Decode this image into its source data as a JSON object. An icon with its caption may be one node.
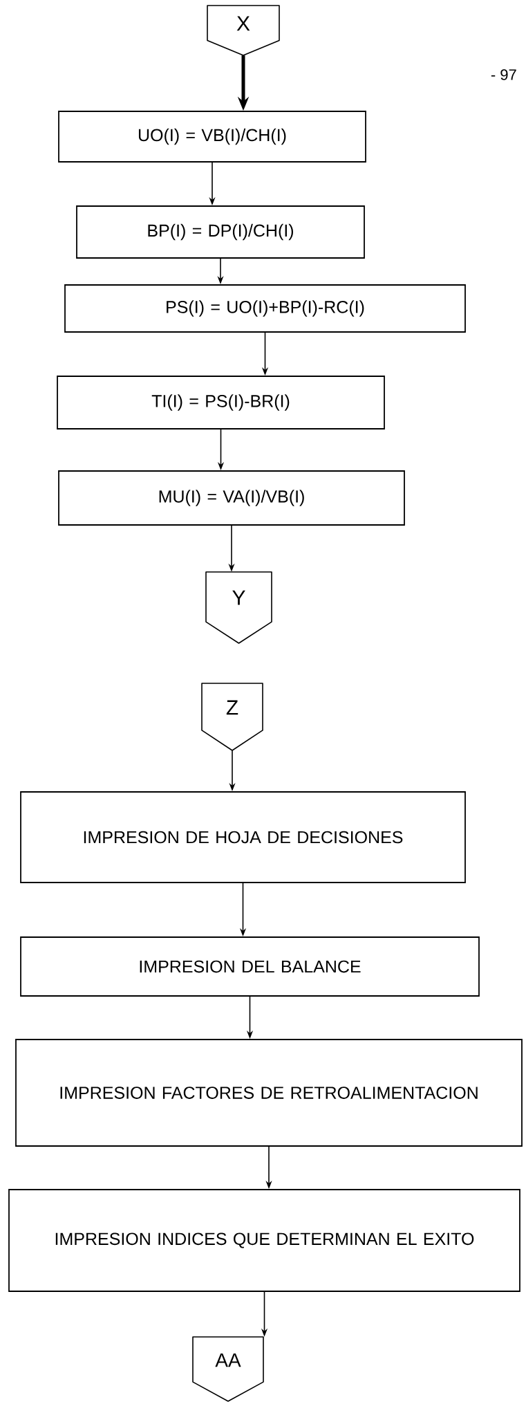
{
  "diagram": {
    "nodes": [
      {
        "text": [
          "X"
        ]
      },
      {
        "text": [
          "UO(I) = VB(I)/CH(I)"
        ]
      },
      {
        "text": [
          "BP(I) = DP(I)/CH(I)"
        ]
      },
      {
        "text": [
          "PS(I) = UO(I)+BP(I)-RC(I)"
        ]
      },
      {
        "text": [
          "TI(I) = PS(I)-BR(I)"
        ]
      },
      {
        "text": [
          "MU(I) = VA(I)/VB(I)"
        ]
      },
      {
        "text": [
          "Y"
        ]
      },
      {
        "text": [
          "Z"
        ]
      },
      {
        "text": [
          "IMPRESION DE HOJA DE DECISIONES"
        ]
      },
      {
        "text": [
          "IMPRESION DEL BALANCE"
        ]
      },
      {
        "text": [
          "IMPRESION FACTORES DE RETROALIMENTACION"
        ]
      },
      {
        "text": [
          "IMPRESION INDICES QUE DETERMINAN EL EXITO"
        ]
      },
      {
        "text": [
          "AA"
        ]
      }
    ],
    "edges": [
      {
        "from": 0,
        "to": 1,
        "arrow": "to",
        "style": "thick"
      },
      {
        "from": 1,
        "to": 2,
        "arrow": "to"
      },
      {
        "from": 2,
        "to": 3,
        "arrow": "to"
      },
      {
        "from": 3,
        "to": 4,
        "arrow": "to"
      },
      {
        "from": 4,
        "to": 5,
        "arrow": "to"
      },
      {
        "from": 5,
        "to": 6,
        "arrow": "to"
      },
      {
        "from": 7,
        "to": 8,
        "arrow": "to"
      },
      {
        "from": 8,
        "to": 9,
        "arrow": "to"
      },
      {
        "from": 9,
        "to": 10,
        "arrow": "to"
      },
      {
        "from": 10,
        "to": 11,
        "arrow": "to"
      },
      {
        "from": 11,
        "to": 12,
        "arrow": "to"
      }
    ],
    "labels": [
      "- 97"
    ]
  }
}
